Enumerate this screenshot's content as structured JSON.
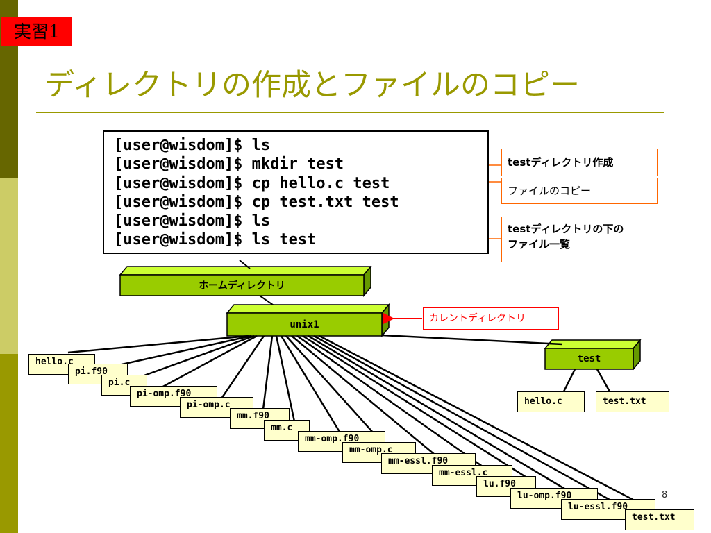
{
  "slide": {
    "badge": "実習1",
    "title": "ディレクトリの作成とファイルのコピー",
    "page_number": "8"
  },
  "terminal": {
    "lines": [
      "[user@wisdom]$ ls",
      "[user@wisdom]$ mkdir test",
      "[user@wisdom]$ cp hello.c test",
      "[user@wisdom]$ cp test.txt test",
      "[user@wisdom]$ ls",
      "[user@wisdom]$ ls test"
    ]
  },
  "annotations": {
    "mkdir": "testディレクトリ作成",
    "copy": "ファイルのコピー",
    "list_line1": "testディレクトリの下の",
    "list_line2": "ファイル一覧",
    "current_dir": "カレントディレクトリ"
  },
  "tree": {
    "home": "ホームディレクトリ",
    "current": "unix1",
    "subdir": "test",
    "files": [
      "hello.c",
      "pi.f90",
      "pi.c",
      "pi-omp.f90",
      "pi-omp.c",
      "mm.f90",
      "mm.c",
      "mm-omp.f90",
      "mm-omp.c",
      "mm-essl.f90",
      "mm-essl.c",
      "lu.f90",
      "lu-omp.f90",
      "lu-essl.f90",
      "test.txt"
    ],
    "subdir_files": [
      "hello.c",
      "test.txt"
    ]
  },
  "colors": {
    "accent": "#999900",
    "box_green": "#99cc00",
    "file_fill": "#ffffcc",
    "arrow_orange": "#ff6600",
    "arrow_red": "#ff0000"
  }
}
